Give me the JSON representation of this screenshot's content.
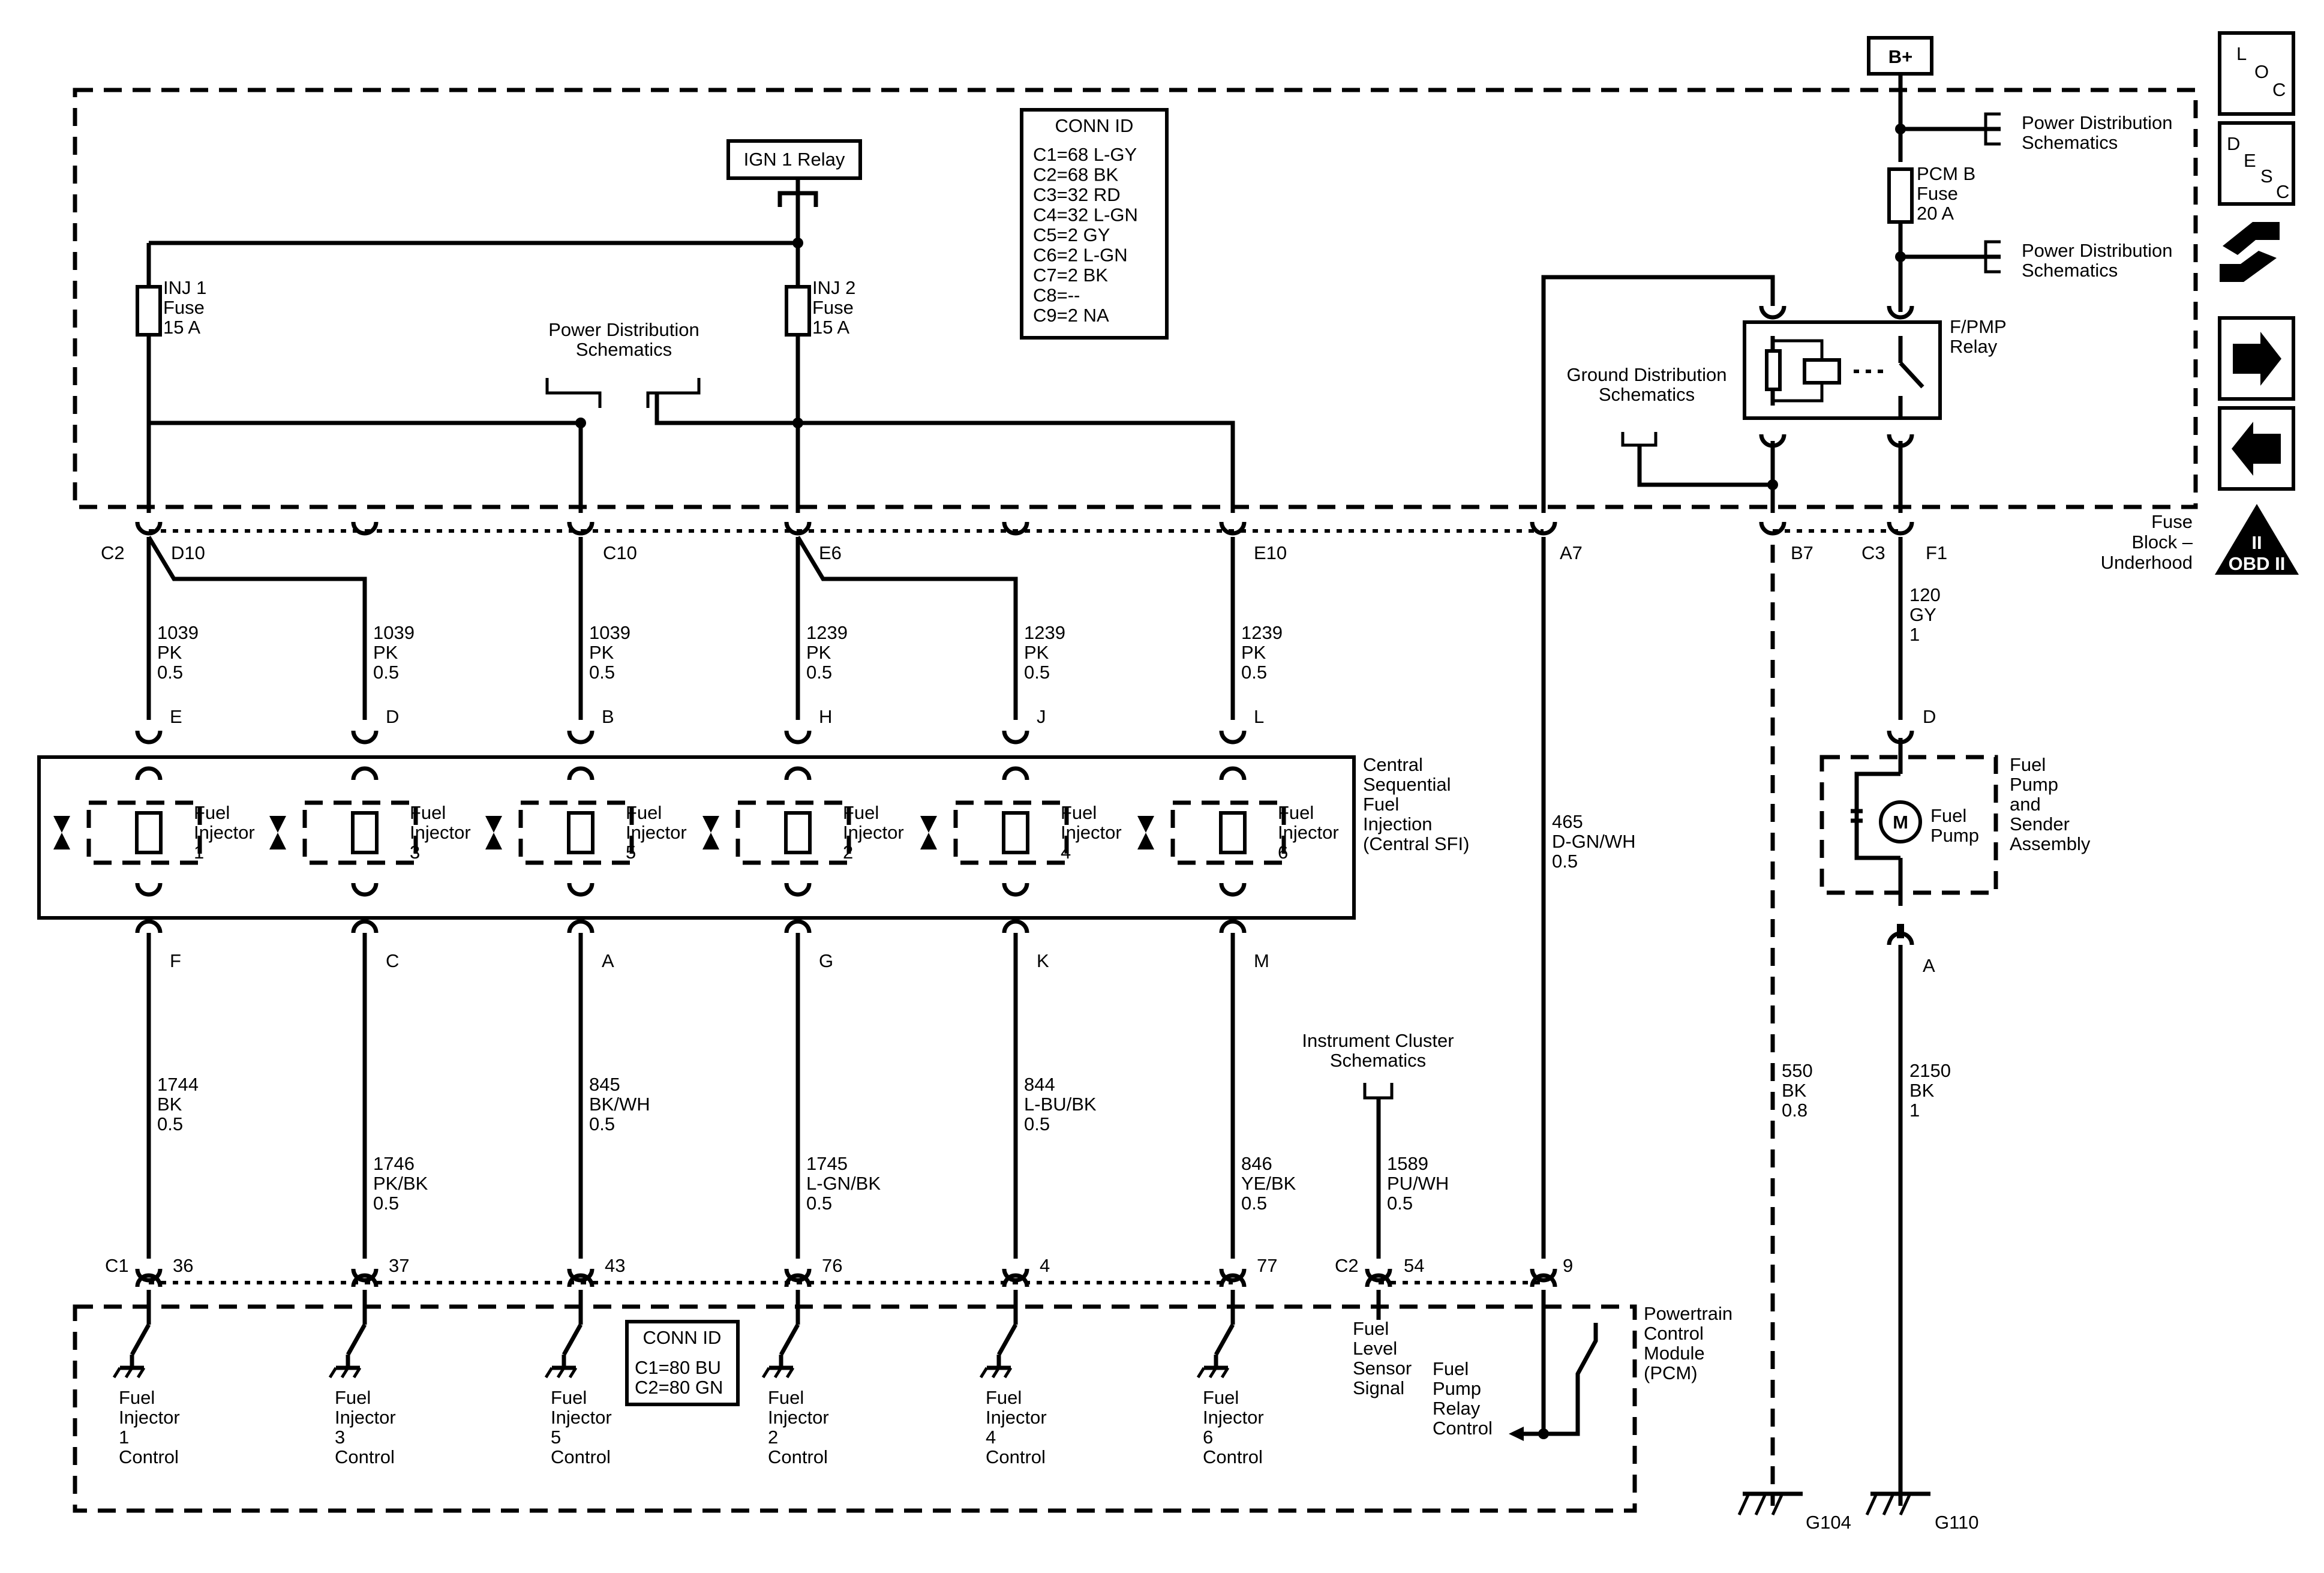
{
  "b_plus": "B+",
  "ign_relay": "IGN 1 Relay",
  "fuse_inj1": [
    "INJ 1",
    "Fuse",
    "15 A"
  ],
  "fuse_inj2": [
    "INJ 2",
    "Fuse",
    "15 A"
  ],
  "fuse_pcm_b": [
    "PCM B",
    "Fuse",
    "20 A"
  ],
  "power_distribution": [
    "Power Distribution",
    "Schematics"
  ],
  "ground_distribution": [
    "Ground Distribution",
    "Schematics"
  ],
  "instrument_cluster": [
    "Instrument Cluster",
    "Schematics"
  ],
  "fpmp_relay": [
    "F/PMP",
    "Relay"
  ],
  "fuse_block": [
    "Fuse",
    "Block –",
    "Underhood"
  ],
  "conn_id_top": {
    "title": "CONN ID",
    "lines": [
      "C1=68 L-GY",
      "C2=68 BK",
      "C3=32 RD",
      "C4=32 L-GN",
      "C5=2 GY",
      "C6=2 L-GN",
      "C7=2 BK",
      "C8=--",
      "C9=2 NA"
    ]
  },
  "conn_id_bottom": {
    "title": "CONN ID",
    "lines": [
      "C1=80 BU",
      "C2=80 GN"
    ]
  },
  "fuse_block_pins": [
    {
      "id": "C2",
      "text": "C2"
    },
    {
      "id": "D10",
      "text": "D10"
    },
    {
      "id": "C10",
      "text": "C10"
    },
    {
      "id": "E6",
      "text": "E6"
    },
    {
      "id": "E10",
      "text": "E10"
    },
    {
      "id": "A7",
      "text": "A7"
    },
    {
      "id": "B7",
      "text": "B7"
    },
    {
      "id": "C3",
      "text": "C3"
    },
    {
      "id": "F1",
      "text": "F1"
    }
  ],
  "upper_wires": [
    [
      "1039",
      "PK",
      "0.5"
    ],
    [
      "1039",
      "PK",
      "0.5"
    ],
    [
      "1039",
      "PK",
      "0.5"
    ],
    [
      "1239",
      "PK",
      "0.5"
    ],
    [
      "1239",
      "PK",
      "0.5"
    ],
    [
      "1239",
      "PK",
      "0.5"
    ]
  ],
  "injector_top_pins": [
    "E",
    "D",
    "B",
    "H",
    "J",
    "L"
  ],
  "injector_bottom_pins": [
    "F",
    "C",
    "A",
    "G",
    "K",
    "M"
  ],
  "injectors": [
    [
      "Fuel",
      "Injector",
      "1"
    ],
    [
      "Fuel",
      "Injector",
      "3"
    ],
    [
      "Fuel",
      "Injector",
      "5"
    ],
    [
      "Fuel",
      "Injector",
      "2"
    ],
    [
      "Fuel",
      "Injector",
      "4"
    ],
    [
      "Fuel",
      "Injector",
      "6"
    ]
  ],
  "central_sfi": [
    "Central",
    "Sequential",
    "Fuel",
    "Injection",
    "(Central SFI)"
  ],
  "lower_wires": [
    [
      "1744",
      "BK",
      "0.5"
    ],
    [
      "1746",
      "PK/BK",
      "0.5"
    ],
    [
      "845",
      "BK/WH",
      "0.5"
    ],
    [
      "1745",
      "L-GN/BK",
      "0.5"
    ],
    [
      "844",
      "L-BU/BK",
      "0.5"
    ],
    [
      "846",
      "YE/BK",
      "0.5"
    ]
  ],
  "wire_465": [
    "465",
    "D-GN/WH",
    "0.5"
  ],
  "wire_1589": [
    "1589",
    "PU/WH",
    "0.5"
  ],
  "wire_550": [
    "550",
    "BK",
    "0.8"
  ],
  "wire_120": [
    "120",
    "GY",
    "1"
  ],
  "wire_2150": [
    "2150",
    "BK",
    "1"
  ],
  "pcm_pins": [
    {
      "id": "C1",
      "text": "C1"
    },
    {
      "id": "p36",
      "text": "36"
    },
    {
      "id": "p37",
      "text": "37"
    },
    {
      "id": "p43",
      "text": "43"
    },
    {
      "id": "p76",
      "text": "76"
    },
    {
      "id": "p4",
      "text": "4"
    },
    {
      "id": "p77",
      "text": "77"
    },
    {
      "id": "C2",
      "text": "C2"
    },
    {
      "id": "p54",
      "text": "54"
    },
    {
      "id": "p9",
      "text": "9"
    }
  ],
  "pcm_controls": [
    [
      "Fuel",
      "Injector",
      "1",
      "Control"
    ],
    [
      "Fuel",
      "Injector",
      "3",
      "Control"
    ],
    [
      "Fuel",
      "Injector",
      "5",
      "Control"
    ],
    [
      "Fuel",
      "Injector",
      "2",
      "Control"
    ],
    [
      "Fuel",
      "Injector",
      "4",
      "Control"
    ],
    [
      "Fuel",
      "Injector",
      "6",
      "Control"
    ]
  ],
  "fuel_level_signal": [
    "Fuel",
    "Level",
    "Sensor",
    "Signal"
  ],
  "fuel_pump_relay_control": [
    "Fuel",
    "Pump",
    "Relay",
    "Control"
  ],
  "pcm_label": [
    "Powertrain",
    "Control",
    "Module",
    "(PCM)"
  ],
  "fuel_pump_pins": {
    "top": "D",
    "bottom": "A"
  },
  "fuel_pump": [
    "Fuel",
    "Pump"
  ],
  "fuel_pump_assembly": [
    "Fuel",
    "Pump",
    "and",
    "Sender",
    "Assembly"
  ],
  "motor_symbol": "M",
  "grounds": [
    "G104",
    "G110"
  ],
  "side_icons": {
    "loc": {
      "l1": "L",
      "l2": "O",
      "l3": "C"
    },
    "desc": {
      "l1": "D",
      "l2": "E",
      "l3": "S",
      "l4": "C"
    },
    "obd": {
      "numeral": "II",
      "text": "OBD II"
    },
    "icon_names": [
      "connector-icon",
      "forward-arrow-icon",
      "back-arrow-icon"
    ]
  }
}
